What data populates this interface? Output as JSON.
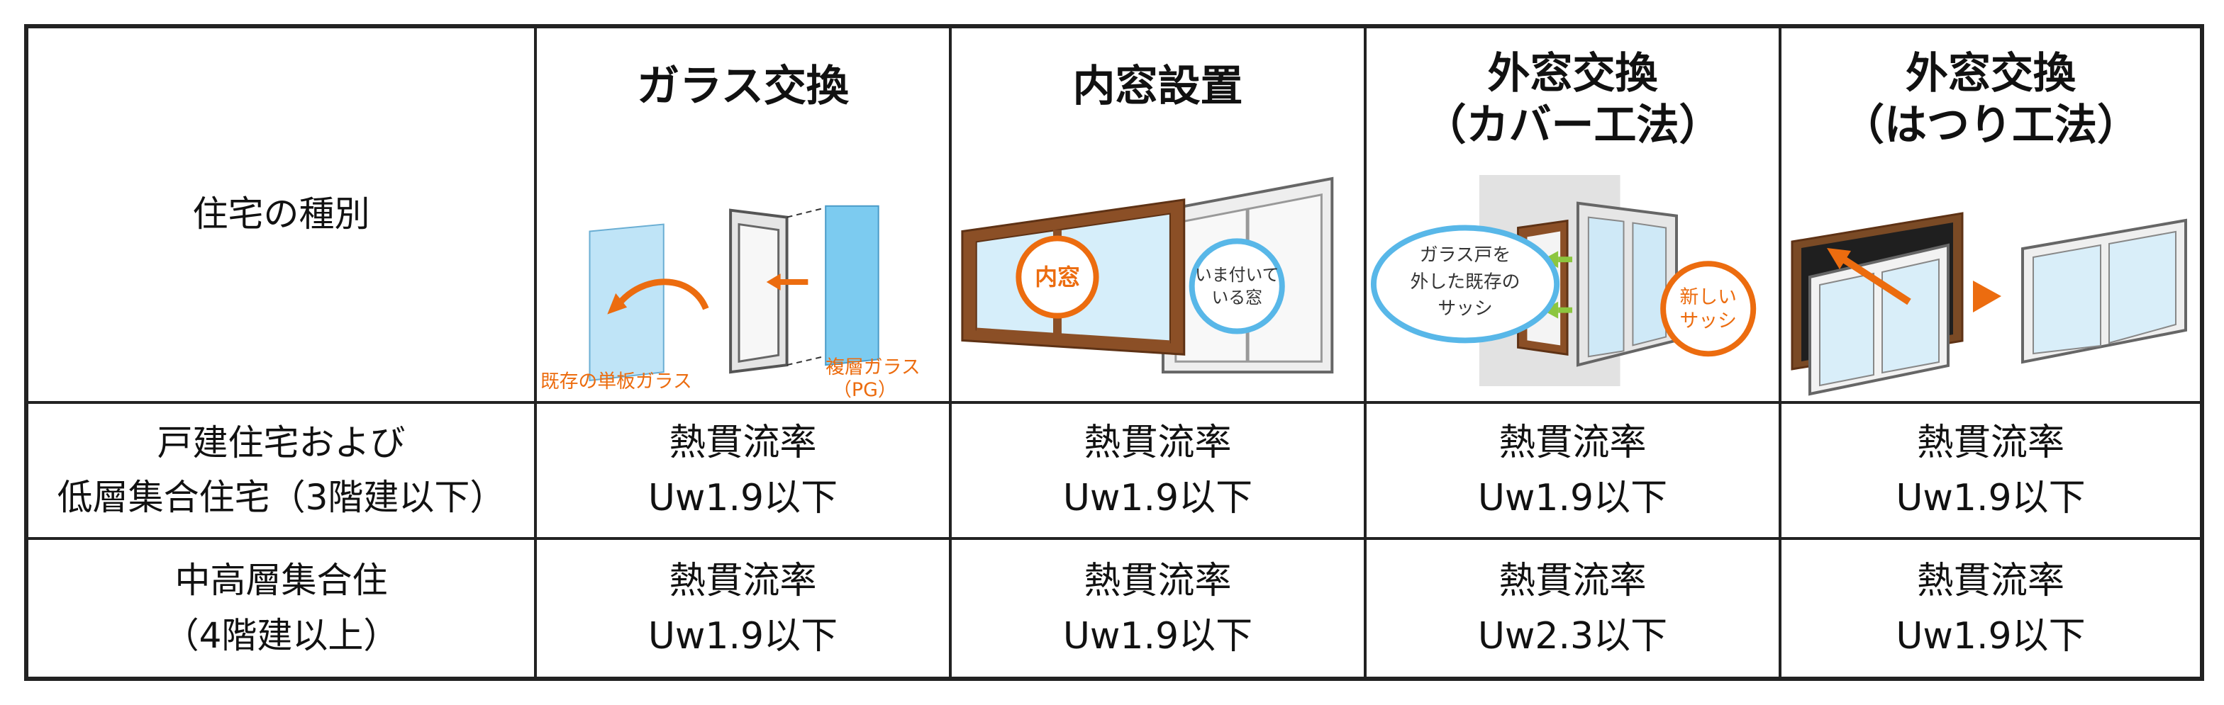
{
  "header": {
    "type_label": "住宅の種別",
    "columns": [
      {
        "title_lines": [
          "ガラス交換"
        ],
        "illustration": {
          "labels": [
            "既存の単板ガラス",
            "複層ガラス",
            "（PG）"
          ]
        }
      },
      {
        "title_lines": [
          "内窓設置"
        ],
        "illustration": {
          "labels": [
            "内窓",
            "いま付いて",
            "いる窓"
          ]
        }
      },
      {
        "title_lines": [
          "外窓交換",
          "（カバー工法）"
        ],
        "illustration": {
          "labels": [
            "ガラス戸を",
            "外した既存の",
            "サッシ",
            "新しい",
            "サッシ"
          ]
        }
      },
      {
        "title_lines": [
          "外窓交換",
          "（はつり工法）"
        ],
        "illustration": {
          "labels": []
        }
      }
    ]
  },
  "rows": [
    {
      "type_lines": [
        "戸建住宅および",
        "低層集合住宅（3階建以下）"
      ],
      "cells": [
        {
          "label": "熱貫流率",
          "value": "Uw1.9以下"
        },
        {
          "label": "熱貫流率",
          "value": "Uw1.9以下"
        },
        {
          "label": "熱貫流率",
          "value": "Uw1.9以下"
        },
        {
          "label": "熱貫流率",
          "value": "Uw1.9以下"
        }
      ]
    },
    {
      "type_lines": [
        "中高層集合住",
        "（4階建以上）"
      ],
      "cells": [
        {
          "label": "熱貫流率",
          "value": "Uw1.9以下"
        },
        {
          "label": "熱貫流率",
          "value": "Uw1.9以下"
        },
        {
          "label": "熱貫流率",
          "value": "Uw2.3以下"
        },
        {
          "label": "熱貫流率",
          "value": "Uw1.9以下"
        }
      ]
    }
  ],
  "colors": {
    "accent_orange": "#ec6c0f",
    "light_blue": "#58b7e8",
    "glass_blue": "#bfe4f7",
    "frame_brown": "#8b4f26",
    "border": "#222222"
  }
}
